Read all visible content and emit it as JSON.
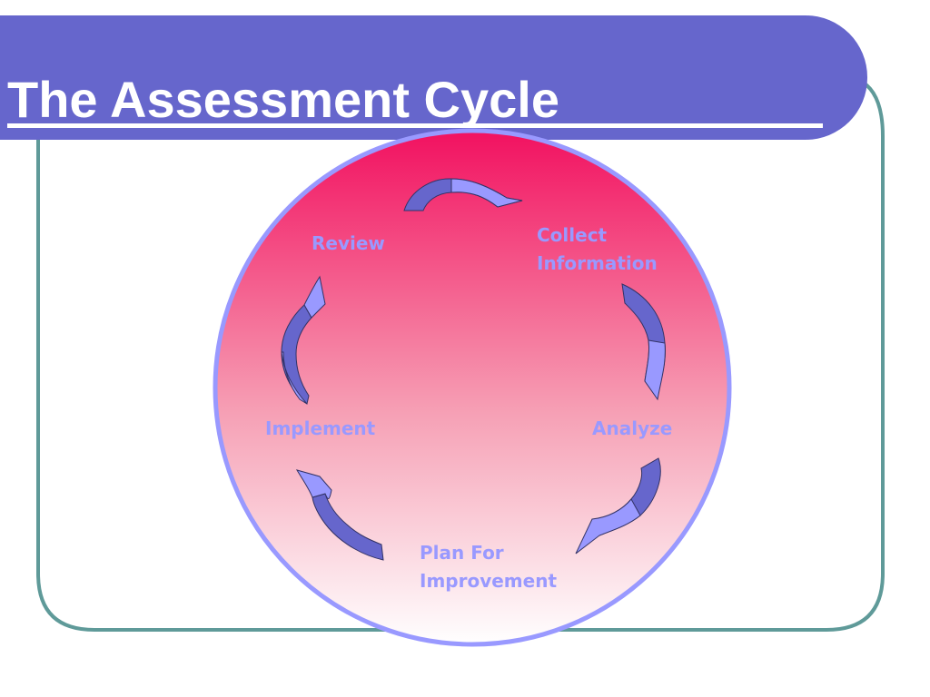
{
  "slide": {
    "title": "The Assessment Cycle"
  },
  "cycle": {
    "steps": [
      {
        "line1": "Collect",
        "line2": "Information"
      },
      {
        "line1": "Analyze"
      },
      {
        "line1": "Plan For",
        "line2": "Improvement"
      },
      {
        "line1": "Implement"
      },
      {
        "line1": "Review"
      }
    ],
    "colors": {
      "circle_top": "#f21160",
      "circle_bottom": "#ffffff",
      "circle_border": "#9999ff",
      "arrow_dark": "#6666cc",
      "arrow_light": "#9999ff",
      "label": "#9999ff",
      "title_bar": "#6666cc",
      "frame_border": "#5f9a99"
    }
  }
}
